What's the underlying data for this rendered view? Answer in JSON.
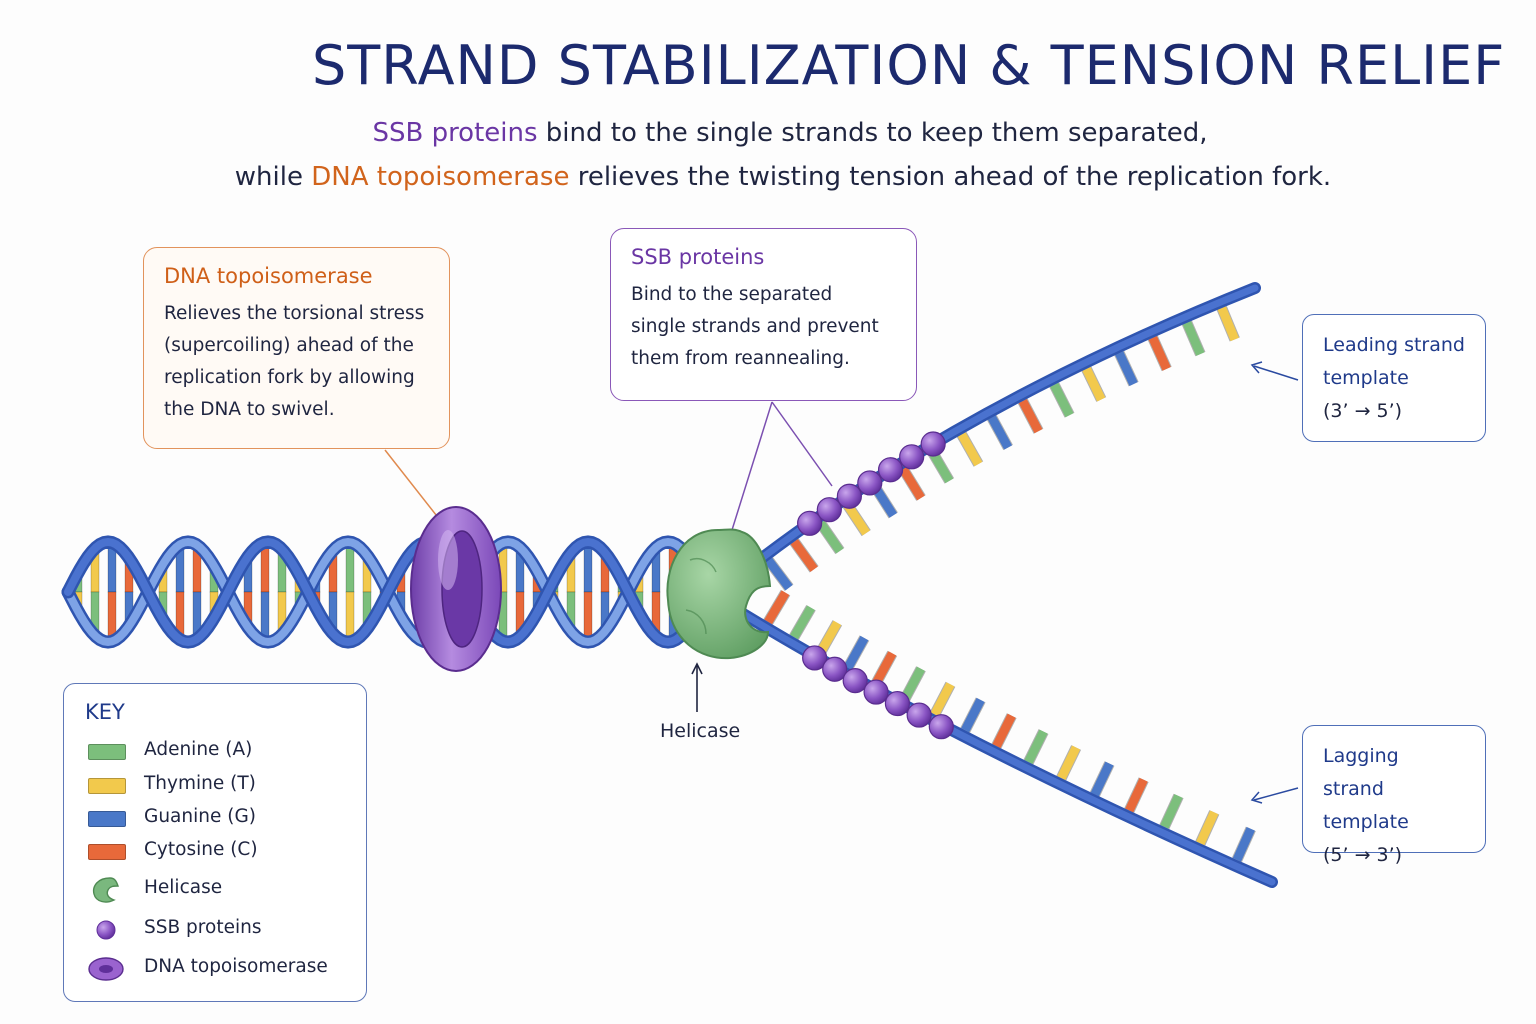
{
  "title": "STRAND STABILIZATION & TENSION RELIEF",
  "subtitle": {
    "line1_highlight": "SSB proteins",
    "line1_rest": " bind to the single strands to keep them separated,",
    "line2_start": "while ",
    "line2_highlight": "DNA topoisomerase",
    "line2_rest": " relieves the twisting tension ahead of the replication fork."
  },
  "callouts": {
    "topoisomerase": {
      "title": "DNA topoisomerase",
      "lines": [
        "Relieves the torsional stress",
        "(supercoiling) ahead of the",
        "replication fork by allowing",
        "the DNA to swivel."
      ]
    },
    "ssb": {
      "title": "SSB proteins",
      "lines": [
        "Bind to the separated",
        "single strands and prevent",
        "them from reannealing."
      ]
    }
  },
  "strand_labels": {
    "leading": {
      "line1": "Leading strand",
      "line2": "template",
      "direction": "(3’ → 5’)"
    },
    "lagging": {
      "line1": "Lagging strand",
      "line2": "template",
      "direction": "(5’ → 3’)"
    }
  },
  "helicase_label": "Helicase",
  "key": {
    "title": "KEY",
    "items": [
      {
        "label": "Adenine (A)",
        "icon": "adenine-swatch",
        "color": "#7cbf7c"
      },
      {
        "label": "Thymine (T)",
        "icon": "thymine-swatch",
        "color": "#f2c94c"
      },
      {
        "label": "Guanine (G)",
        "icon": "guanine-swatch",
        "color": "#4a78c8"
      },
      {
        "label": "Cytosine (C)",
        "icon": "cytosine-swatch",
        "color": "#e8693a"
      },
      {
        "label": "Helicase",
        "icon": "helicase-icon",
        "color": "#7ab87e"
      },
      {
        "label": "SSB proteins",
        "icon": "ssb-protein-icon",
        "color": "#8a55c4"
      },
      {
        "label": "DNA topoisomerase",
        "icon": "topoisomerase-icon",
        "color": "#9a63cf"
      }
    ]
  },
  "colors": {
    "backbone": "#4a72cf",
    "backbone_light": "#7ea3e6",
    "adenine": "#7cbf7c",
    "thymine": "#f2c94c",
    "guanine": "#4a78c8",
    "cytosine": "#e8693a",
    "helicase": "#7ab87e",
    "ssb": "#8a55c4",
    "topoisomerase": "#9a63cf"
  }
}
